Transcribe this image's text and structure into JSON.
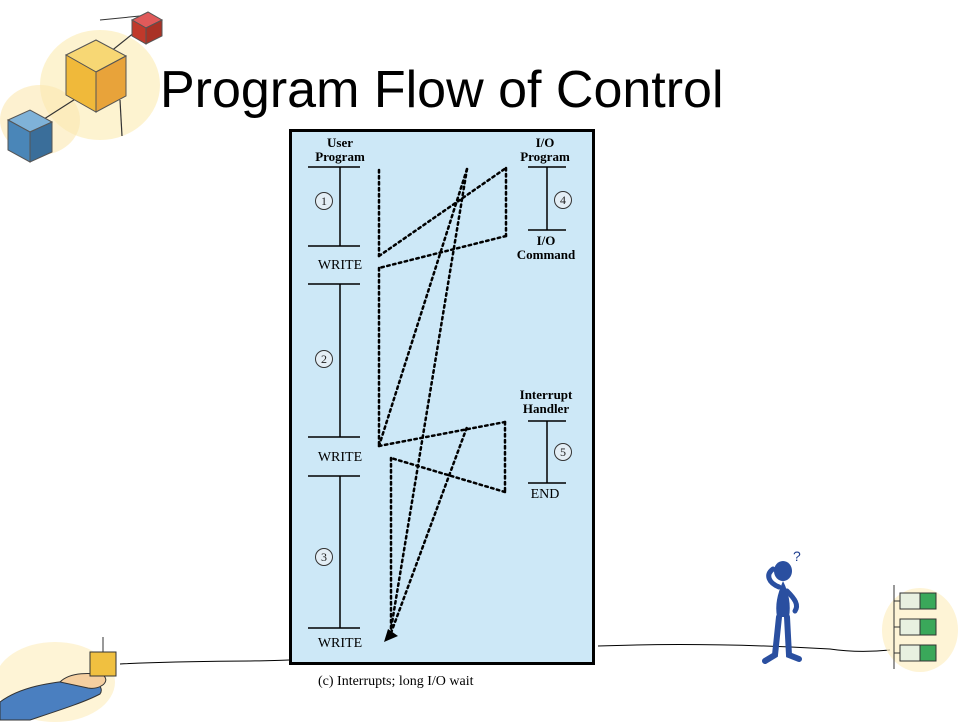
{
  "title": "Program Flow of Control",
  "caption": "(c) Interrupts; long I/O wait",
  "columns": {
    "user_program": [
      "User",
      "Program"
    ],
    "io_program": [
      "I/O",
      "Program"
    ],
    "io_command": [
      "I/O",
      "Command"
    ],
    "interrupt_handler": [
      "Interrupt",
      "Handler"
    ]
  },
  "labels": {
    "write_1": "WRITE",
    "write_2": "WRITE",
    "write_3": "WRITE",
    "end": "END"
  },
  "segments": {
    "seg_1": "1",
    "seg_2": "2",
    "seg_3": "3",
    "seg_4": "4",
    "seg_5": "5"
  },
  "question_mark": "?",
  "colors": {
    "panel_bg": "#cde8f7",
    "text": "#000000"
  }
}
